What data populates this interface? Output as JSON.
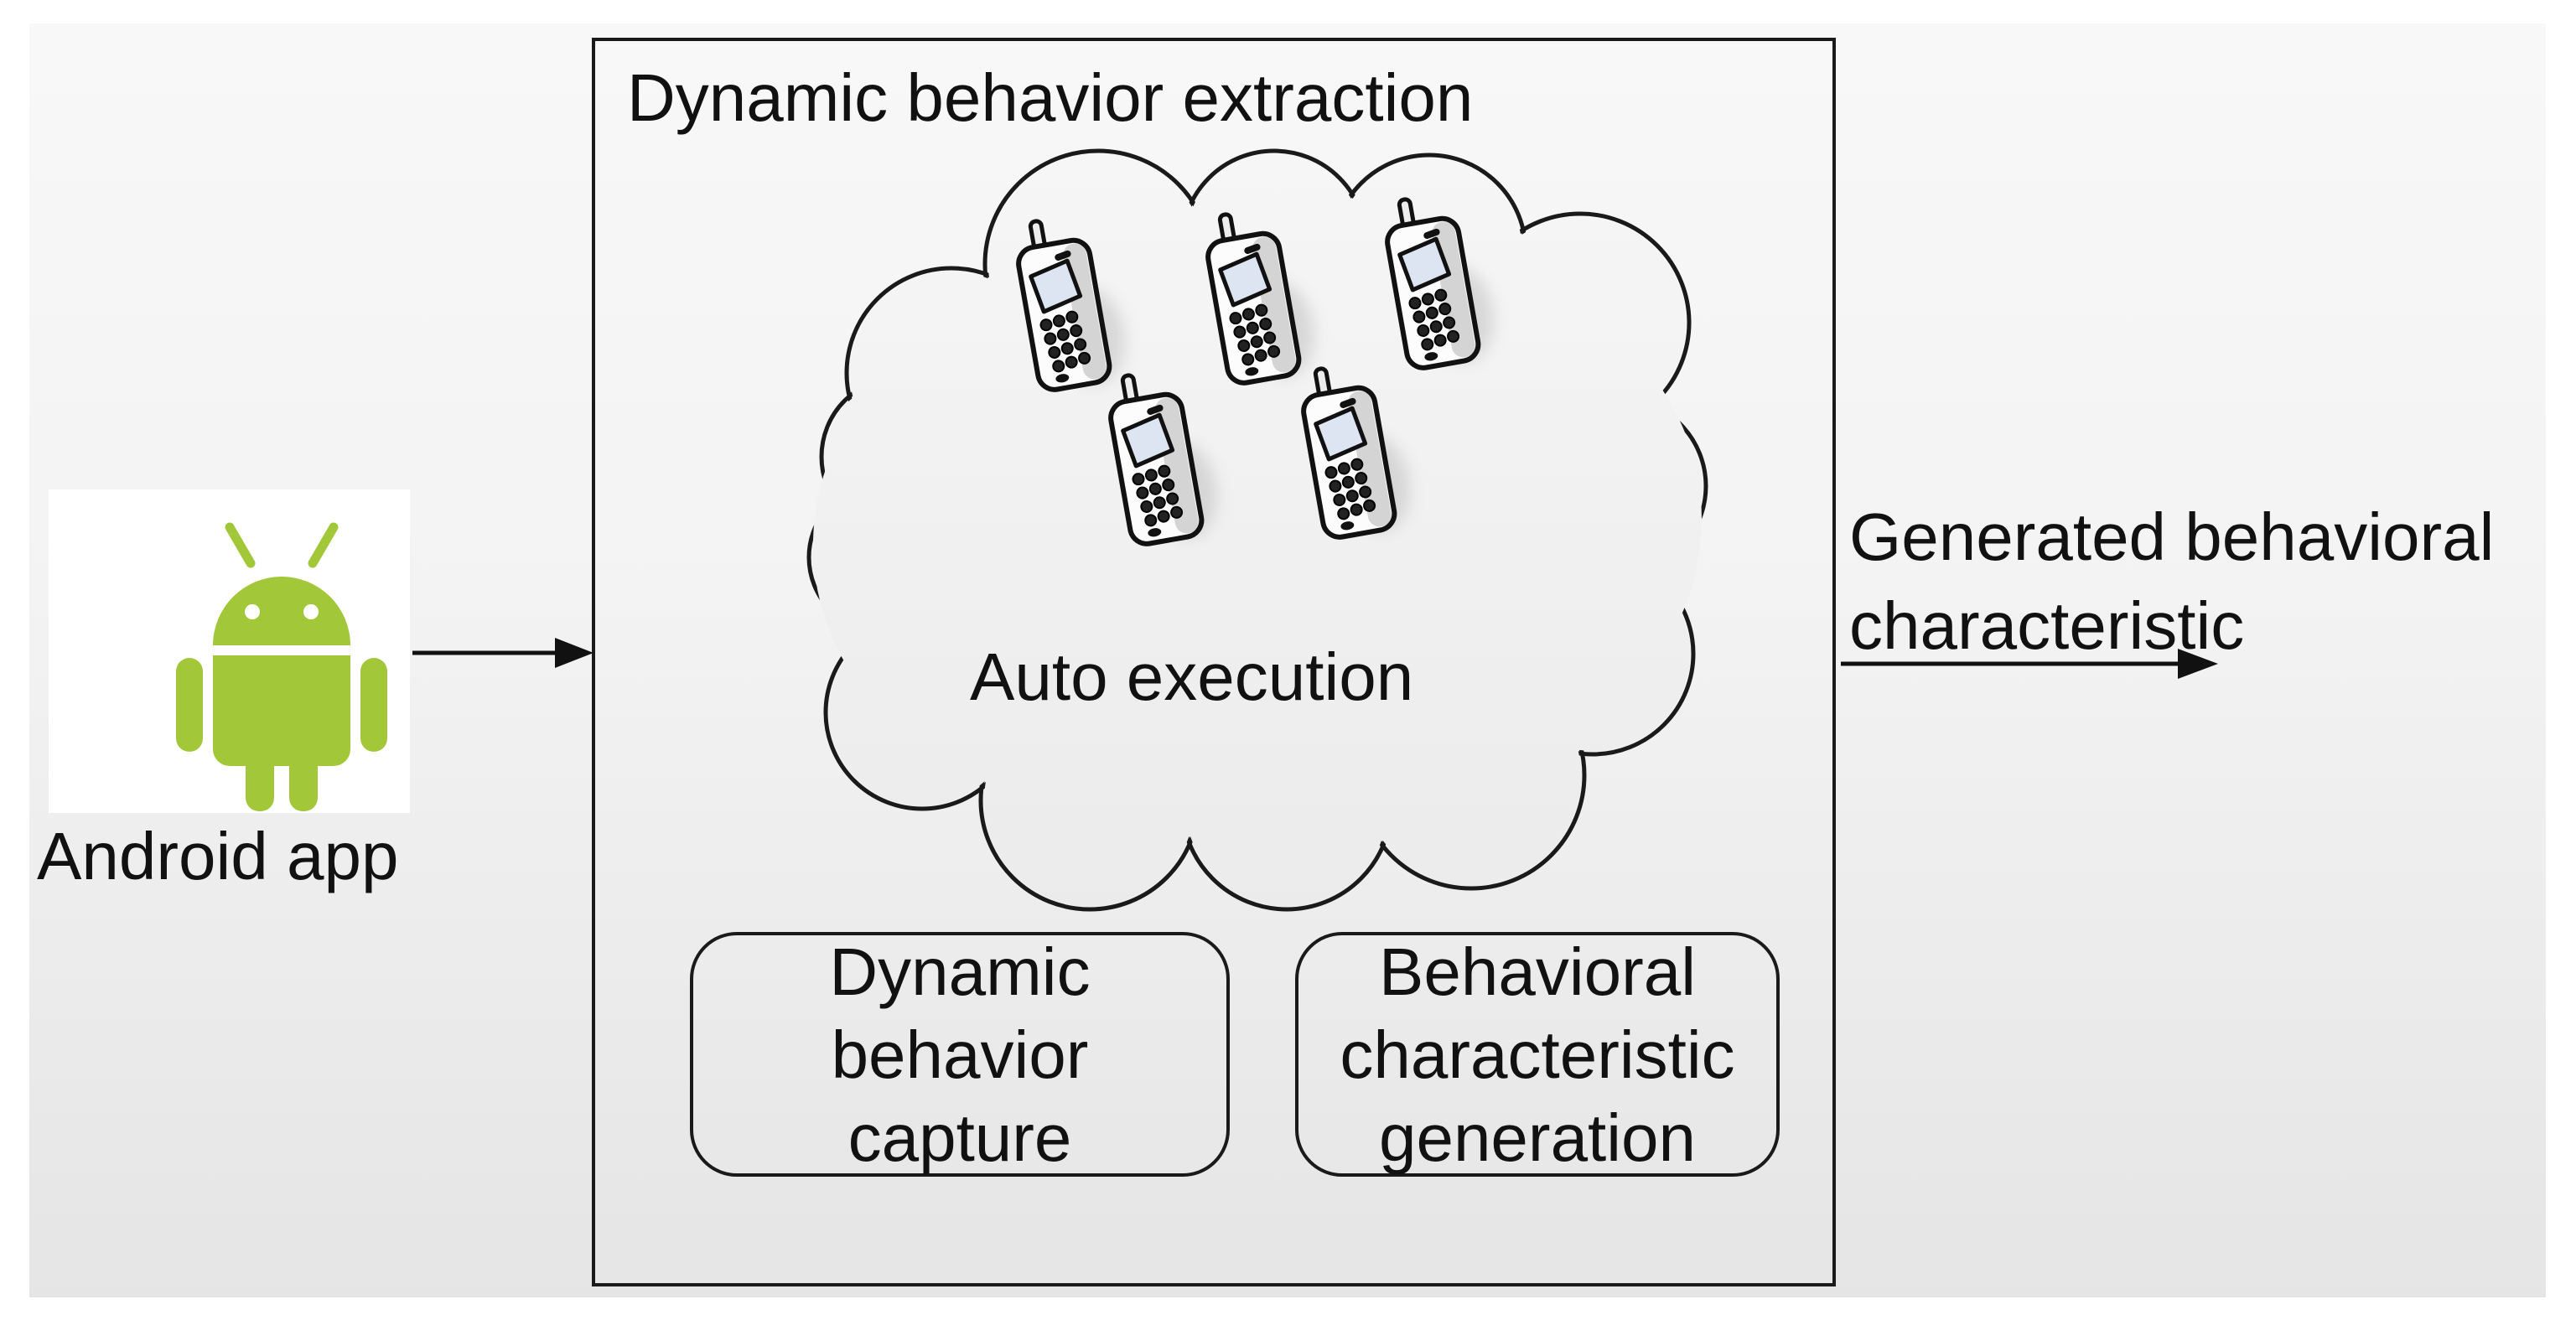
{
  "diagram": {
    "android": {
      "label": "Android app"
    },
    "main_box": {
      "title": "Dynamic behavior extraction"
    },
    "cloud": {
      "label": "Auto execution",
      "phone_icon_count": 5
    },
    "process_boxes": [
      {
        "line1": "Dynamic",
        "line2": "behavior",
        "line3": "capture"
      },
      {
        "line1": "Behavioral",
        "line2": "characteristic",
        "line3": "generation"
      }
    ],
    "output": {
      "line1": "Generated behavioral",
      "line2": "characteristic"
    },
    "icons": {
      "android_robot": "android-robot-icon",
      "mobile_phone": "mobile-phone-icon",
      "arrow_in": "right-arrow",
      "arrow_out": "right-arrow"
    },
    "colors": {
      "android_green": "#A2C83A",
      "line": "#1a1a1a",
      "phone_screen": "#dde5f2",
      "panel_top": "#f8f8f8",
      "panel_bottom": "#e5e5e5"
    }
  }
}
